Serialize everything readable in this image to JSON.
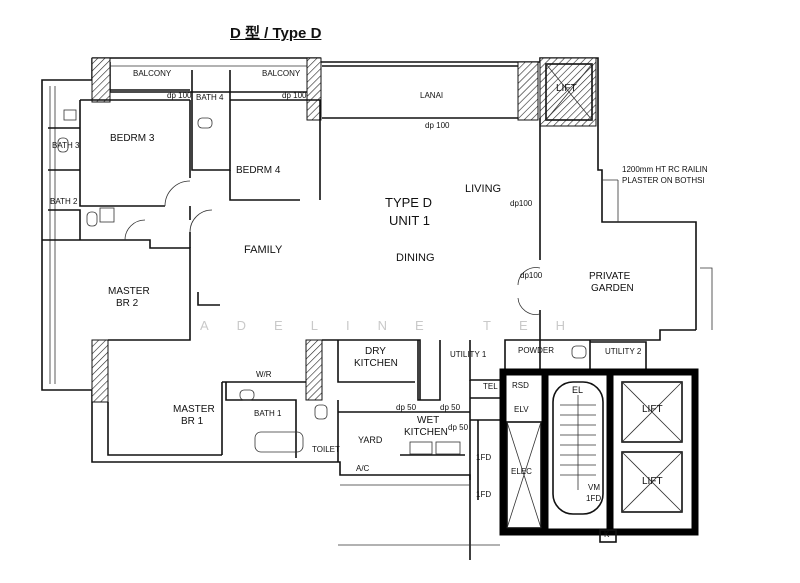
{
  "title": "D 型 / Type D",
  "watermark": "ADELINE TEH",
  "rooms": {
    "balcony_left": "BALCONY",
    "balcony_right": "BALCONY",
    "lanai": "LANAI",
    "lift_top": "LIFT",
    "bath4": "BATH 4",
    "bedrm3": "BEDRM 3",
    "bedrm4": "BEDRM 4",
    "bath3": "BATH 3",
    "bath2": "BATH 2",
    "type_d": "TYPE D",
    "unit1": "UNIT 1",
    "living": "LIVING",
    "family": "FAMILY",
    "dining": "DINING",
    "master_br2_line1": "MASTER",
    "master_br2_line2": "BR 2",
    "private_garden_line1": "PRIVATE",
    "private_garden_line2": "GARDEN",
    "dry_kitchen_line1": "DRY",
    "dry_kitchen_line2": "KITCHEN",
    "utility1": "UTILITY 1",
    "powder": "POWDER",
    "utility2": "UTILITY 2",
    "master_br1_line1": "MASTER",
    "master_br1_line2": "BR 1",
    "wr": "W/R",
    "bath1": "BATH 1",
    "toilet": "TOILET",
    "yard": "YARD",
    "ac": "A/C",
    "wet_kitchen_line1": "WET",
    "wet_kitchen_line2": "KITCHEN",
    "tel": "TEL",
    "rsd": "RSD",
    "elv": "ELV",
    "elec": "ELEC",
    "el": "EL",
    "lift_1": "LIFT",
    "lift_2": "LIFT",
    "vm": "VM",
    "one_fd_a": "1FD",
    "one_fd_b": "1FD",
    "one_fd_c": "1FD",
    "k": "K"
  },
  "annotations": {
    "dp100_a": "dp 100",
    "dp100_b": "dp 100",
    "dp100_c": "dp100",
    "dp100_d": "dp100",
    "dp50_a": "dp 50",
    "dp50_b": "dp 50",
    "dp50_c": "dp 50",
    "railing_line1": "1200mm HT RC RAILIN",
    "railing_line2": "PLASTER ON BOTHSI"
  }
}
